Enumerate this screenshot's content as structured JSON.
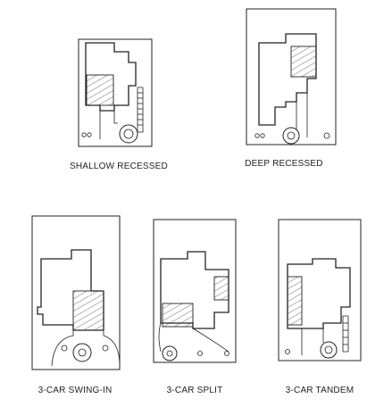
{
  "plans": [
    {
      "id": "shallow-recessed",
      "caption": "SHALLOW RECESSED"
    },
    {
      "id": "deep-recessed",
      "caption": "DEEP RECESSED"
    },
    {
      "id": "3-car-swing-in",
      "caption": "3-CAR SWING-IN"
    },
    {
      "id": "3-car-split",
      "caption": "3-CAR SPLIT"
    },
    {
      "id": "3-car-tandem",
      "caption": "3-CAR TANDEM"
    }
  ]
}
